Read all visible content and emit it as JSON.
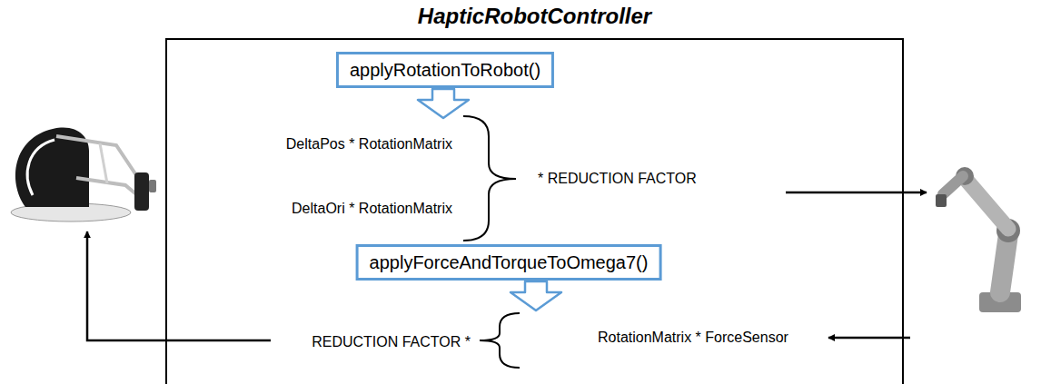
{
  "diagram": {
    "nodes": [
      {
        "text": [
          "HapticRobotController"
        ]
      },
      {
        "text": [
          "applyRotationToRobot()"
        ],
        "in": 0
      },
      {
        "text": [
          "applyForceAndTorqueToOmega7()"
        ],
        "in": 0
      }
    ],
    "labels": [
      "DeltaPos * RotationMatrix",
      "DeltaOri * RotationMatrix",
      "* REDUCTION FACTOR",
      "REDUCTION FACTOR *",
      "RotationMatrix * ForceSensor"
    ]
  }
}
